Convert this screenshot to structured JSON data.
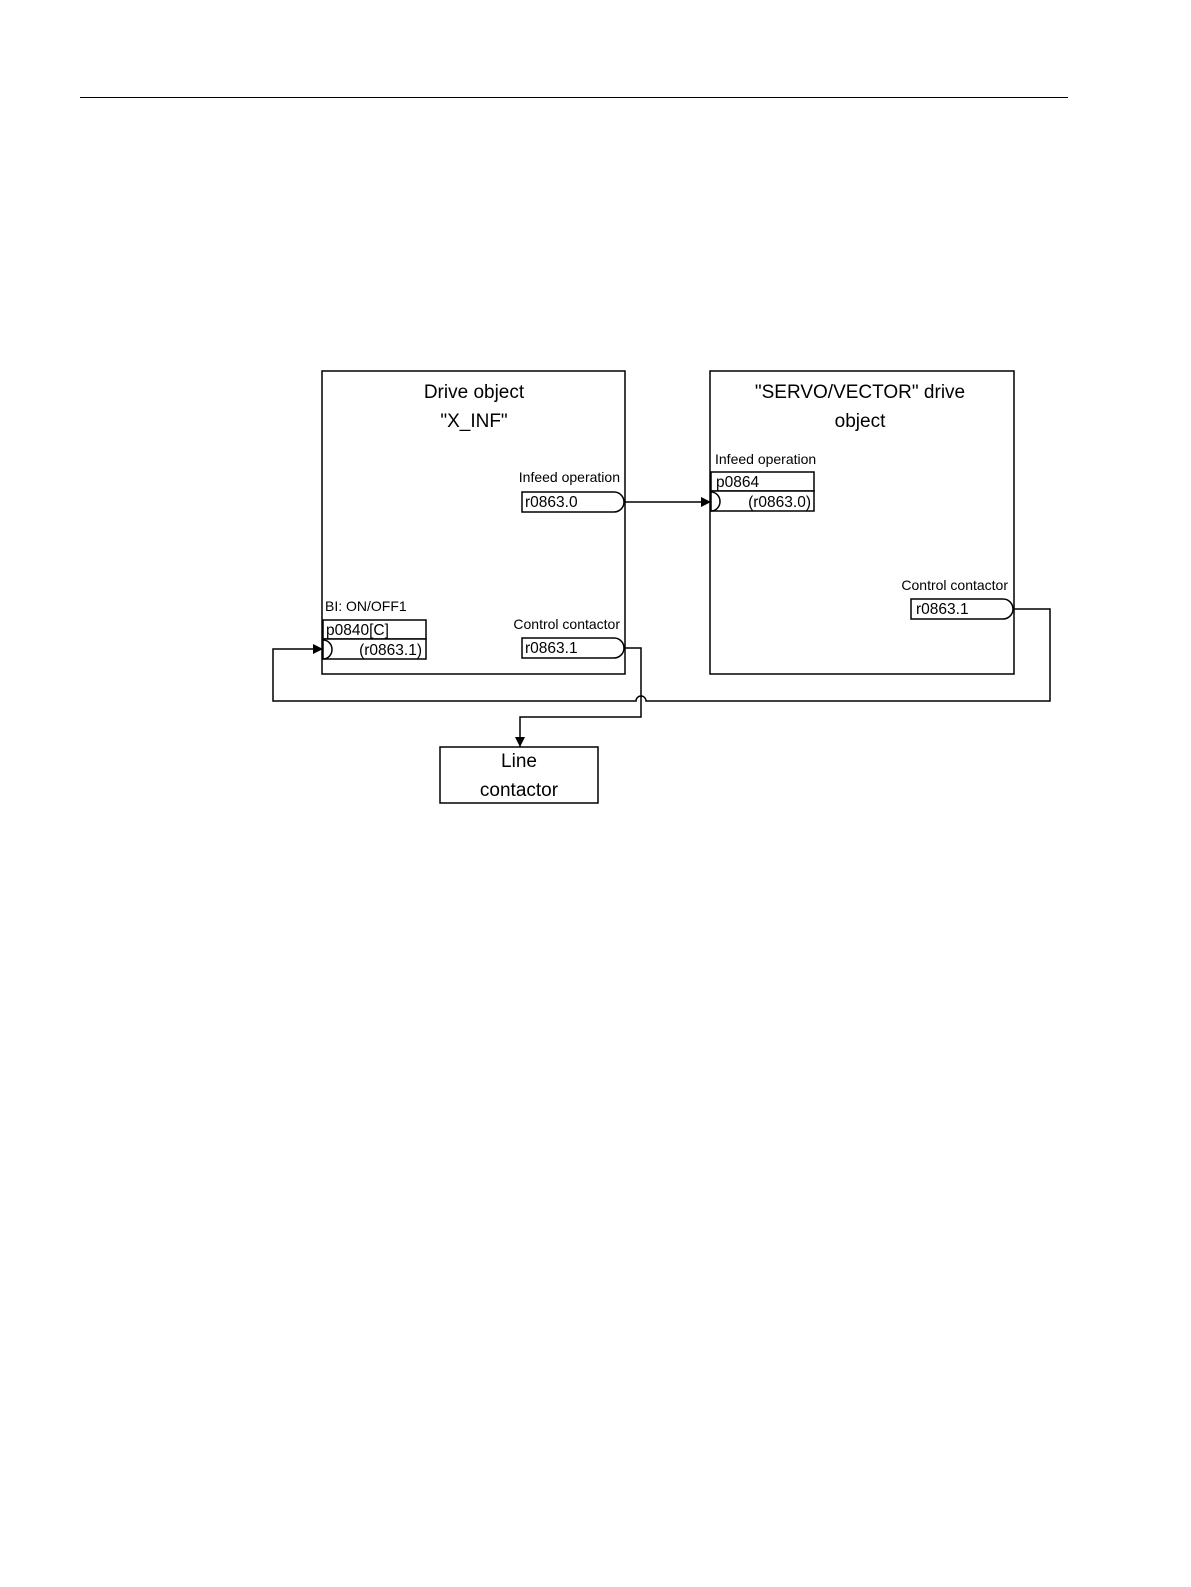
{
  "drive_x_inf": {
    "title_line1": "Drive object",
    "title_line2": "\"X_INF\"",
    "infeed_label": "Infeed operation",
    "infeed_signal": "r0863.0",
    "bi_label": "BI: ON/OFF1",
    "bi_param": "p0840[C]",
    "bi_value": "(r0863.1)",
    "contactor_label": "Control contactor",
    "contactor_signal": "r0863.1"
  },
  "drive_servo": {
    "title_line1": "\"SERVO/VECTOR\" drive",
    "title_line2": "object",
    "infeed_label": "Infeed operation",
    "infeed_param": "p0864",
    "infeed_value": "(r0863.0)",
    "contactor_label": "Control contactor",
    "contactor_signal": "r0863.1"
  },
  "line_contactor": {
    "line1": "Line",
    "line2": "contactor"
  }
}
